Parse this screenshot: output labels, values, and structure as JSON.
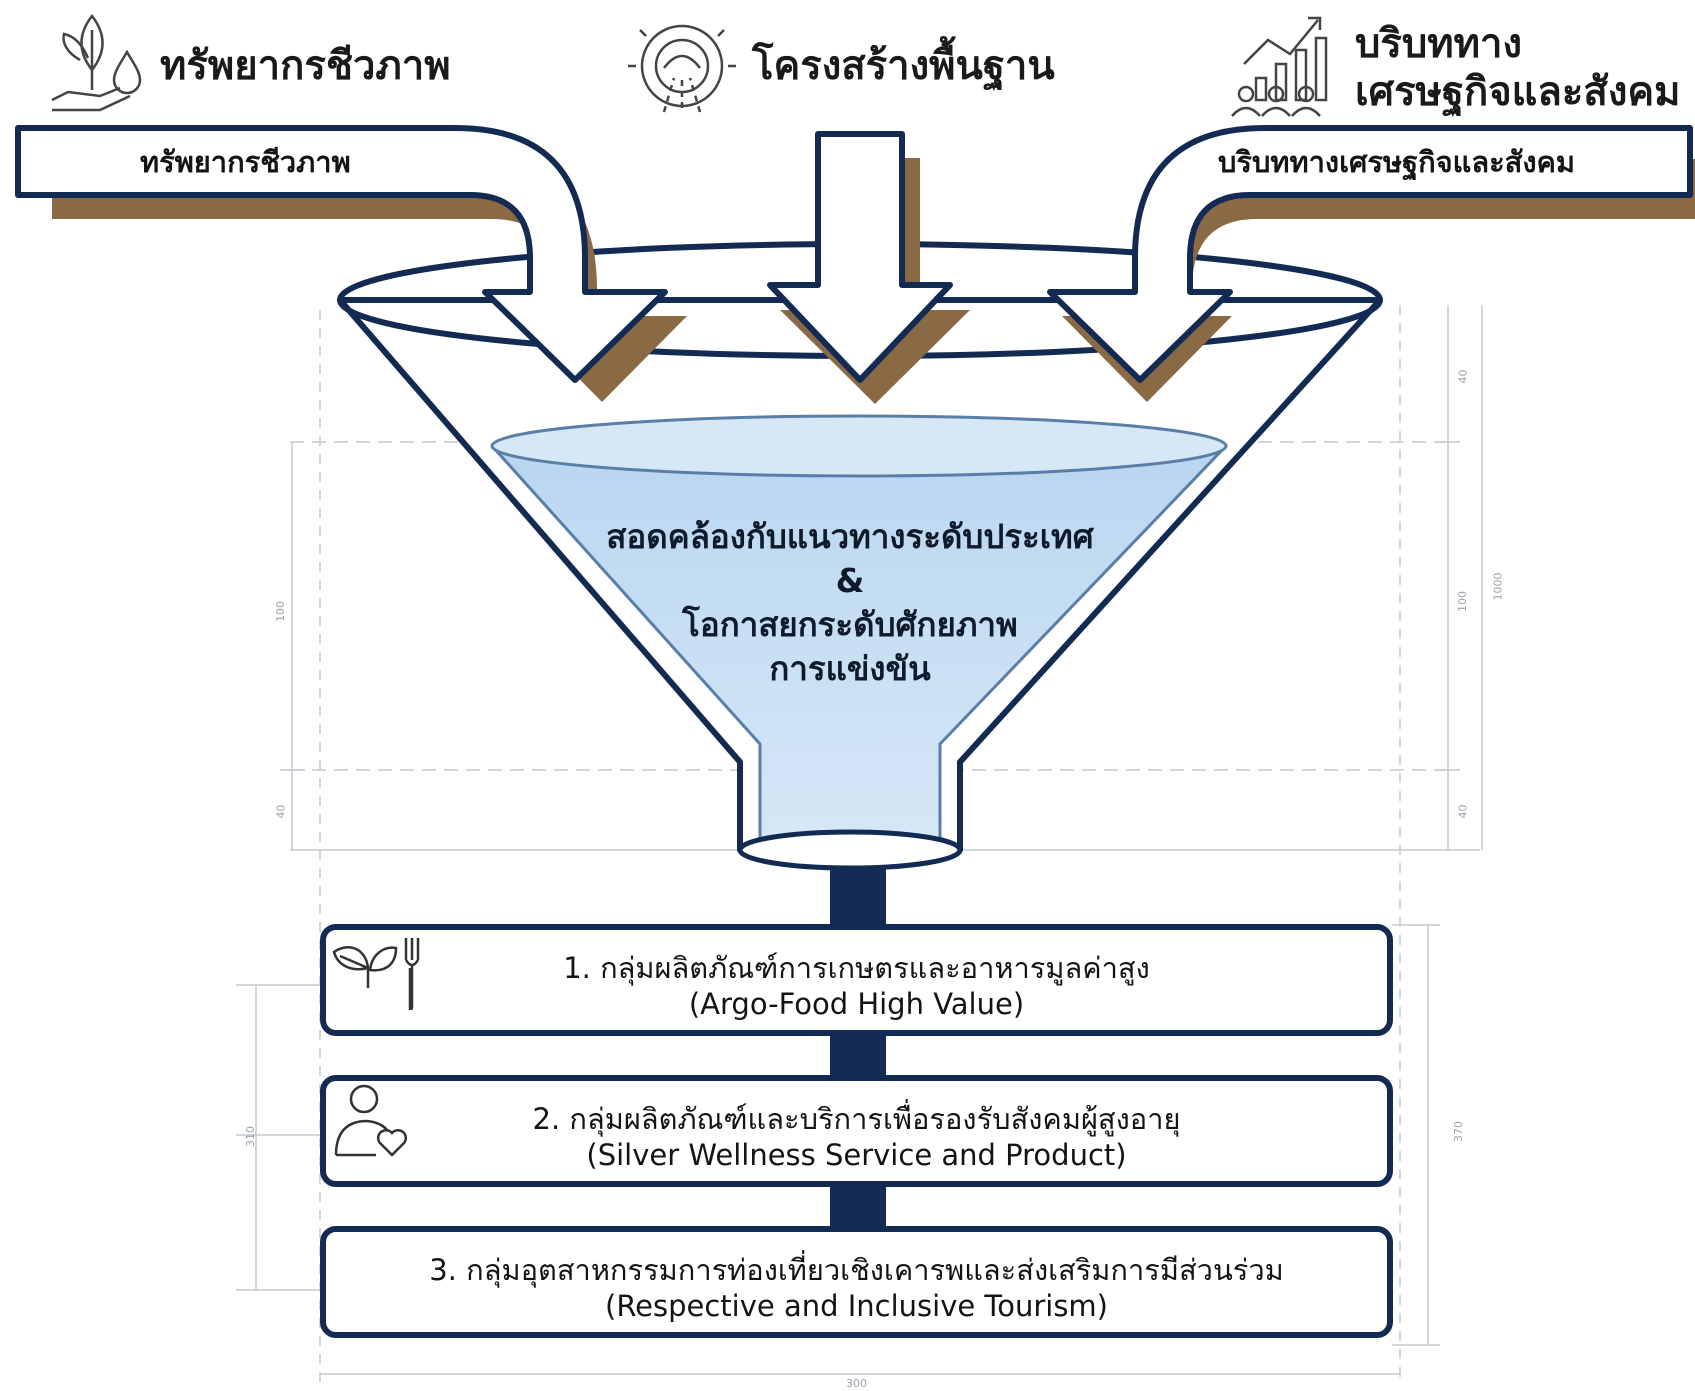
{
  "headers": {
    "biological": {
      "label": "ทรัพยากรชีวภาพ",
      "icon": "plant-water-hand-icon"
    },
    "infrastructure": {
      "label": "โครงสร้างพื้นฐาน",
      "icon": "gear-road-icon"
    },
    "socioeconomic": {
      "label_line1": "บริบททาง",
      "label_line2": "เศรษฐกิจและสังคม",
      "icon": "growth-chart-people-icon"
    }
  },
  "pipes": {
    "left": "ทรัพยากรชีวภาพ",
    "right": "บริบททางเศรษฐกิจและสังคม"
  },
  "funnel": {
    "line1": "สอดคล้องกับแนวทางระดับประเทศ",
    "line2": "&",
    "line3": "โอกาสยกระดับศักยภาพ",
    "line4": "การแข่งขัน"
  },
  "clusters": [
    {
      "title": "1. กลุ่มผลิตภัณฑ์การเกษตรและอาหารมูลค่าสูง",
      "subtitle": "(Argo-Food High Value)",
      "icon": "leaf-fork-icon"
    },
    {
      "title": "2. กลุ่มผลิตภัณฑ์และบริการเพื่อรองรับสังคมผู้สูงอายุ",
      "subtitle": "(Silver Wellness Service and Product)",
      "icon": "person-heart-icon"
    },
    {
      "title": "3. กลุ่มอุตสาหกรรมการท่องเที่ยวเชิงเคารพและส่งเสริมการมีส่วนร่วม",
      "subtitle": "(Respective and Inclusive Tourism)",
      "icon": ""
    }
  ],
  "dimensions": {
    "right_top": "40",
    "right_mid": "100",
    "right_total": "1000",
    "right_low": "40",
    "left_mid": "100",
    "left_low": "40",
    "boxes_left": "310",
    "boxes_right": "370",
    "bottom_width": "300"
  },
  "colors": {
    "navy": "#132a52",
    "brown_shadow": "#8a6a45",
    "liquid": "#cfe3f5",
    "liquid_edge": "#5a7ea8"
  }
}
